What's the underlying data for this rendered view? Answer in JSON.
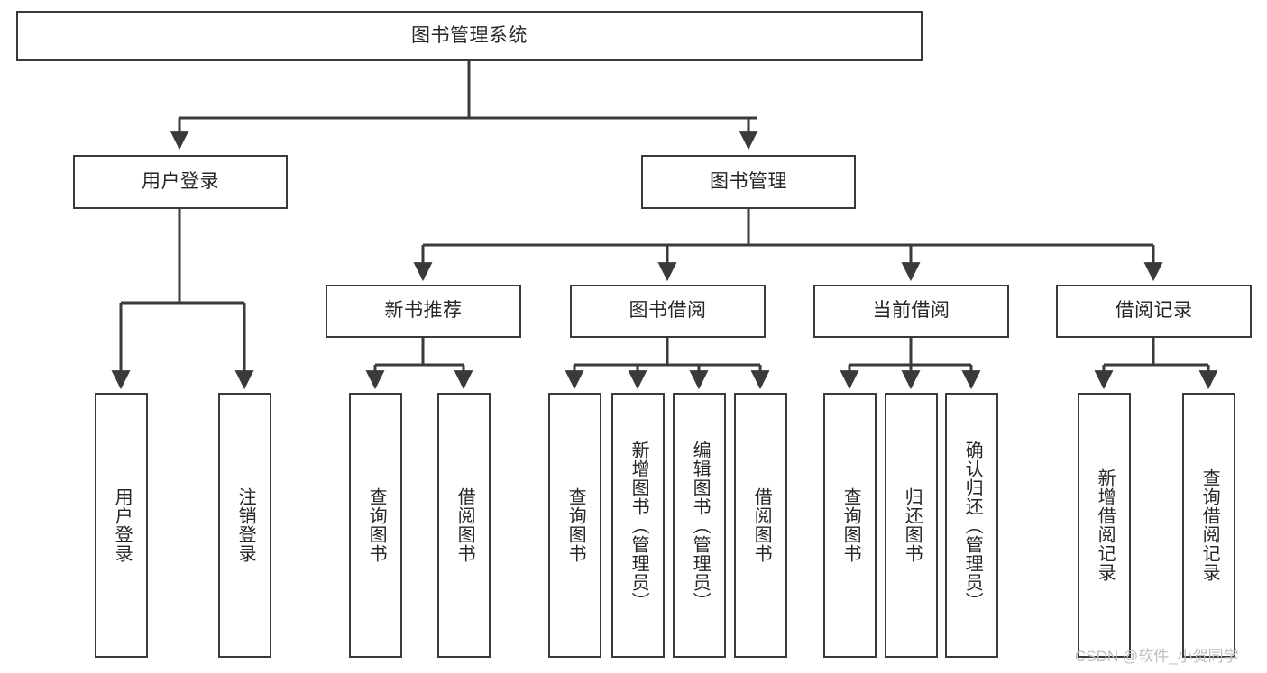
{
  "diagram": {
    "type": "tree-hierarchy-chart",
    "title": "图书管理系统",
    "line_color": "#3a3a3a",
    "box_fill": "#ffffff",
    "text_color": "#262626",
    "watermark_color": "#bdbdbd",
    "root": {
      "label": "图书管理系统"
    },
    "level2": [
      {
        "label": "用户登录"
      },
      {
        "label": "图书管理"
      }
    ],
    "level3": [
      {
        "label": "新书推荐"
      },
      {
        "label": "图书借阅"
      },
      {
        "label": "当前借阅"
      },
      {
        "label": "借阅记录"
      }
    ],
    "leaves": {
      "user_login": [
        {
          "label": "用户登录"
        },
        {
          "label": "注销登录"
        }
      ],
      "new_book_recommend": [
        {
          "label": "查询图书"
        },
        {
          "label": "借阅图书"
        }
      ],
      "book_borrow": [
        {
          "label": "查询图书"
        },
        {
          "label": "新增图书（管理员）"
        },
        {
          "label": "编辑图书（管理员）"
        },
        {
          "label": "借阅图书"
        }
      ],
      "current_borrow": [
        {
          "label": "查询图书"
        },
        {
          "label": "归还图书"
        },
        {
          "label": "确认归还（管理员）"
        }
      ],
      "borrow_record": [
        {
          "label": "新增借阅记录"
        },
        {
          "label": "查询借阅记录"
        }
      ]
    }
  },
  "watermark": {
    "text": "CSDN @软件_小贺同学"
  }
}
